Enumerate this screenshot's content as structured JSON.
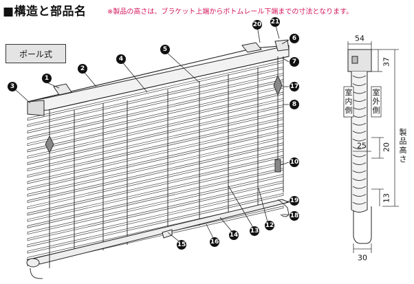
{
  "header": {
    "title": "■構造と部品名",
    "note": "※製品の高さは、ブラケット上端からボトムレール下端までの寸法となります。"
  },
  "type_label": "ポール式",
  "parts": [
    "1",
    "2",
    "3",
    "4",
    "5",
    "6",
    "7",
    "8",
    "10",
    "12",
    "13",
    "14",
    "15",
    "16",
    "17",
    "18",
    "19",
    "20",
    "21"
  ],
  "side_view": {
    "indoor_label": [
      "室",
      "内",
      "側"
    ],
    "outdoor_label": [
      "室",
      "外",
      "側"
    ],
    "product_height_label": [
      "製",
      "品",
      "高",
      "さ"
    ],
    "dimensions": {
      "top_width": "54",
      "top_height": "37",
      "slat_pitch": "20",
      "slat_depth": "25",
      "bottom_rail": "13",
      "bottom_width": "30"
    }
  }
}
